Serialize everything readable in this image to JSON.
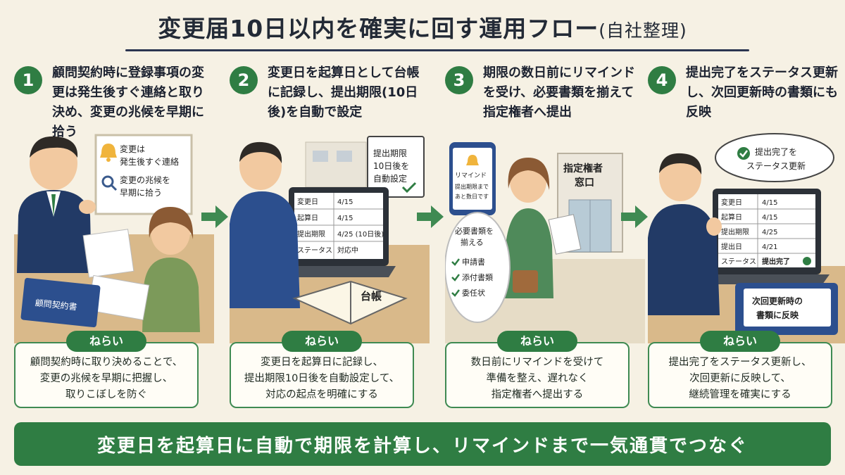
{
  "title": {
    "main": "変更届10日以内を確実に回す運用フロー",
    "sub": "(自社整理)"
  },
  "aim_label": "ねらい",
  "steps": [
    {
      "num": "1",
      "text": "顧問契約時に登録事項の変更は発生後すぐ連絡と取り決め、変更の兆候を早期に拾う",
      "board": [
        "変更は",
        "発生後すぐ連絡",
        "変更の兆候を",
        "早期に拾う"
      ],
      "book": "顧問契約書",
      "aim": [
        "顧問契約時に取り決めることで、",
        "変更の兆候を早期に把握し、",
        "取りこぼしを防ぐ"
      ]
    },
    {
      "num": "2",
      "text": "変更日を起算日として台帳に記録し、提出期限(10日後)を自動で設定",
      "calendar": [
        "提出期限",
        "10日後を",
        "自動設定"
      ],
      "rows": [
        [
          "変更日",
          "4/15"
        ],
        [
          "起算日",
          "4/15"
        ],
        [
          "提出期限",
          "4/25 (10日後)"
        ],
        [
          "ステータス",
          "対応中"
        ]
      ],
      "ledger": "台帳",
      "aim": [
        "変更日を起算日に記録し、",
        "提出期限10日後を自動設定して、",
        "対応の起点を明確にする"
      ]
    },
    {
      "num": "3",
      "text": "期限の数日前にリマインドを受け、必要書類を揃えて指定権者へ提出",
      "phone": [
        "リマインド",
        "提出期限まで",
        "あと数日です"
      ],
      "docs_title": [
        "必要書類を",
        "揃える"
      ],
      "docs": [
        "申請書",
        "添付書類",
        "委任状"
      ],
      "office": [
        "指定権者",
        "窓口"
      ],
      "aim": [
        "数日前にリマインドを受けて",
        "準備を整え、遅れなく",
        "指定権者へ提出する"
      ]
    },
    {
      "num": "4",
      "text": "提出完了をステータス更新し、次回更新時の書類にも反映",
      "bubble": [
        "提出完了を",
        "ステータス更新"
      ],
      "rows": [
        [
          "変更日",
          "4/15"
        ],
        [
          "起算日",
          "4/15"
        ],
        [
          "提出期限",
          "4/25"
        ],
        [
          "提出日",
          "4/21"
        ],
        [
          "ステータス",
          "提出完了"
        ]
      ],
      "binder": [
        "次回更新時の",
        "書類に反映"
      ],
      "aim": [
        "提出完了をステータス更新し、",
        "次回更新に反映して、",
        "継続管理を確実にする"
      ]
    }
  ],
  "banner": "変更日を起算日に自動で期限を計算し、リマインドまで一気通貫でつなぐ",
  "colors": {
    "accent": "#2f7d43",
    "background": "#f6f1e4",
    "title": "#232a36"
  },
  "icons": [
    "bell-icon",
    "search-icon",
    "check-icon",
    "arrow-right-icon"
  ]
}
